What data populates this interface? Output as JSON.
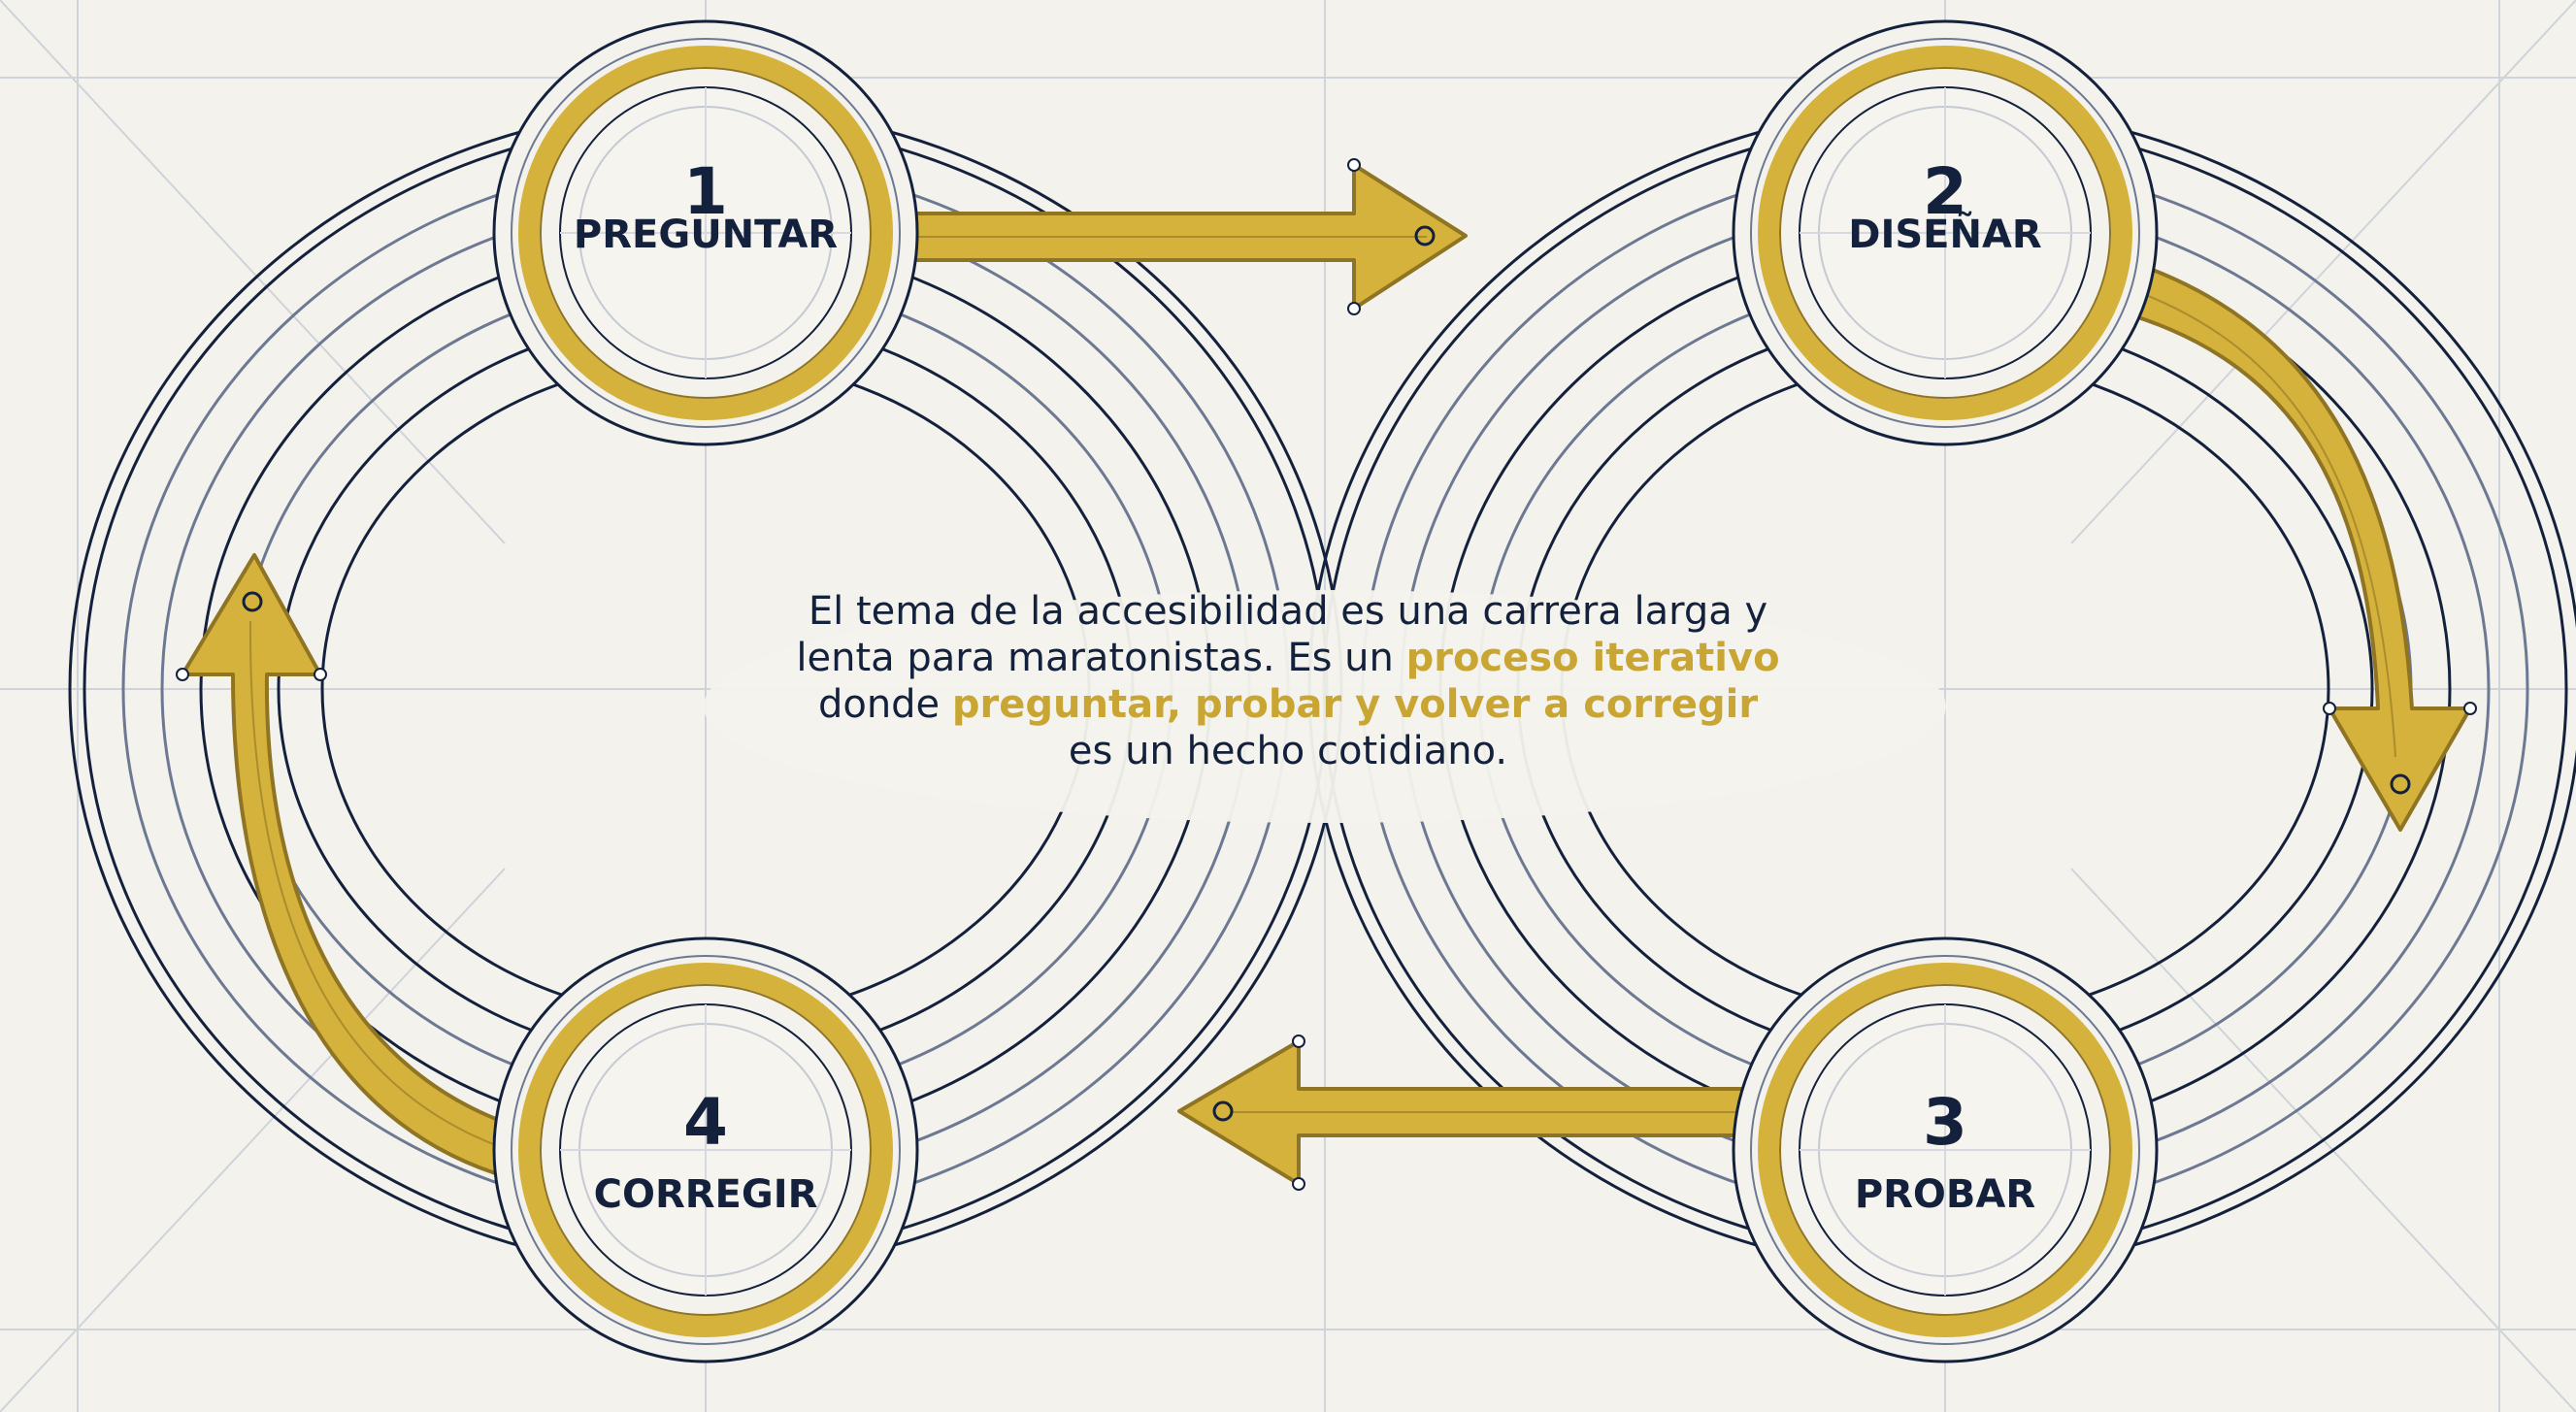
{
  "steps": [
    {
      "number": "1",
      "label": "PREGUNTAR"
    },
    {
      "number": "2",
      "label": "DISEÑAR"
    },
    {
      "number": "3",
      "label": "PROBAR"
    },
    {
      "number": "4",
      "label": "CORREGIR"
    }
  ],
  "description": {
    "line1": "El tema de la accesibilidad es una carrera larga y",
    "line2_a": "lenta para maratonistas. Es un ",
    "line2_hl": "proceso iterativo",
    "line3_a": "donde ",
    "line3_hl": "preguntar, probar y volver a corregir",
    "line4": "es un hecho cotidiano."
  },
  "colors": {
    "background": "#f4f2ec",
    "navy": "#14213d",
    "gold": "#d4b23c",
    "gold_dark": "#8f7424"
  },
  "flow": [
    "step-1 to step-2",
    "step-2 to step-3",
    "step-3 to step-4",
    "step-4 to step-1"
  ]
}
